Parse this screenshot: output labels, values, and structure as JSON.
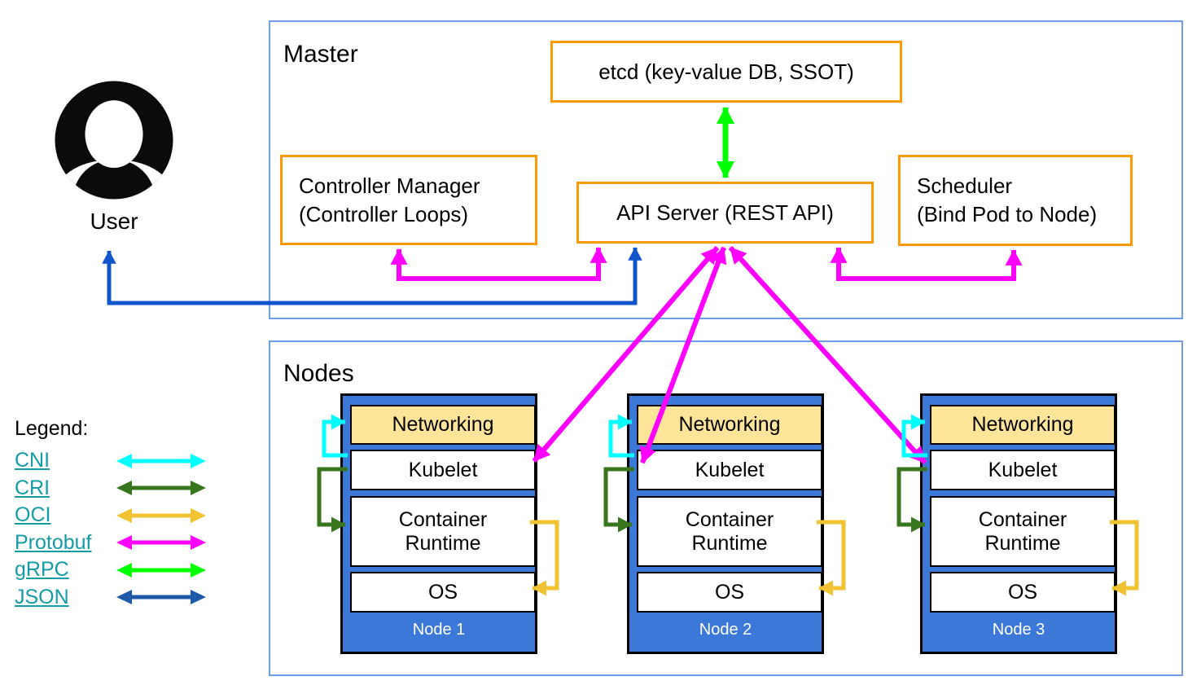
{
  "user": {
    "label": "User"
  },
  "master": {
    "title": "Master",
    "etcd_label": "etcd (key-value DB, SSOT)",
    "controller_manager_line1": "Controller Manager",
    "controller_manager_line2": "(Controller Loops)",
    "api_server_label": "API Server (REST API)",
    "scheduler_line1": "Scheduler",
    "scheduler_line2": "(Bind Pod to Node)"
  },
  "nodes_section": {
    "title": "Nodes",
    "layer_labels": {
      "networking": "Networking",
      "kubelet": "Kubelet",
      "container_runtime": "Container Runtime",
      "os": "OS"
    },
    "node_names": [
      "Node 1",
      "Node 2",
      "Node 3"
    ]
  },
  "legend": {
    "title": "Legend:",
    "items": [
      {
        "label": "CNI",
        "color": "#00ffff"
      },
      {
        "label": "CRI",
        "color": "#38761d"
      },
      {
        "label": "OCI",
        "color": "#f1c232"
      },
      {
        "label": "Protobuf",
        "color": "#ff00ff"
      },
      {
        "label": "gRPC",
        "color": "#00ff00"
      },
      {
        "label": "JSON",
        "color": "#1f5aa8"
      }
    ]
  },
  "colors": {
    "section_border": "#6d9eeb",
    "component_border": "#ff9900",
    "node_fill": "#3c78d8",
    "networking_fill": "#ffe599",
    "cni": "#00ffff",
    "cri": "#38761d",
    "oci": "#f1c232",
    "protobuf": "#ff00ff",
    "grpc": "#00ff00",
    "json": "#1f5aa8",
    "user_arrow": "#1155cc",
    "legend_link": "#149ba6"
  }
}
